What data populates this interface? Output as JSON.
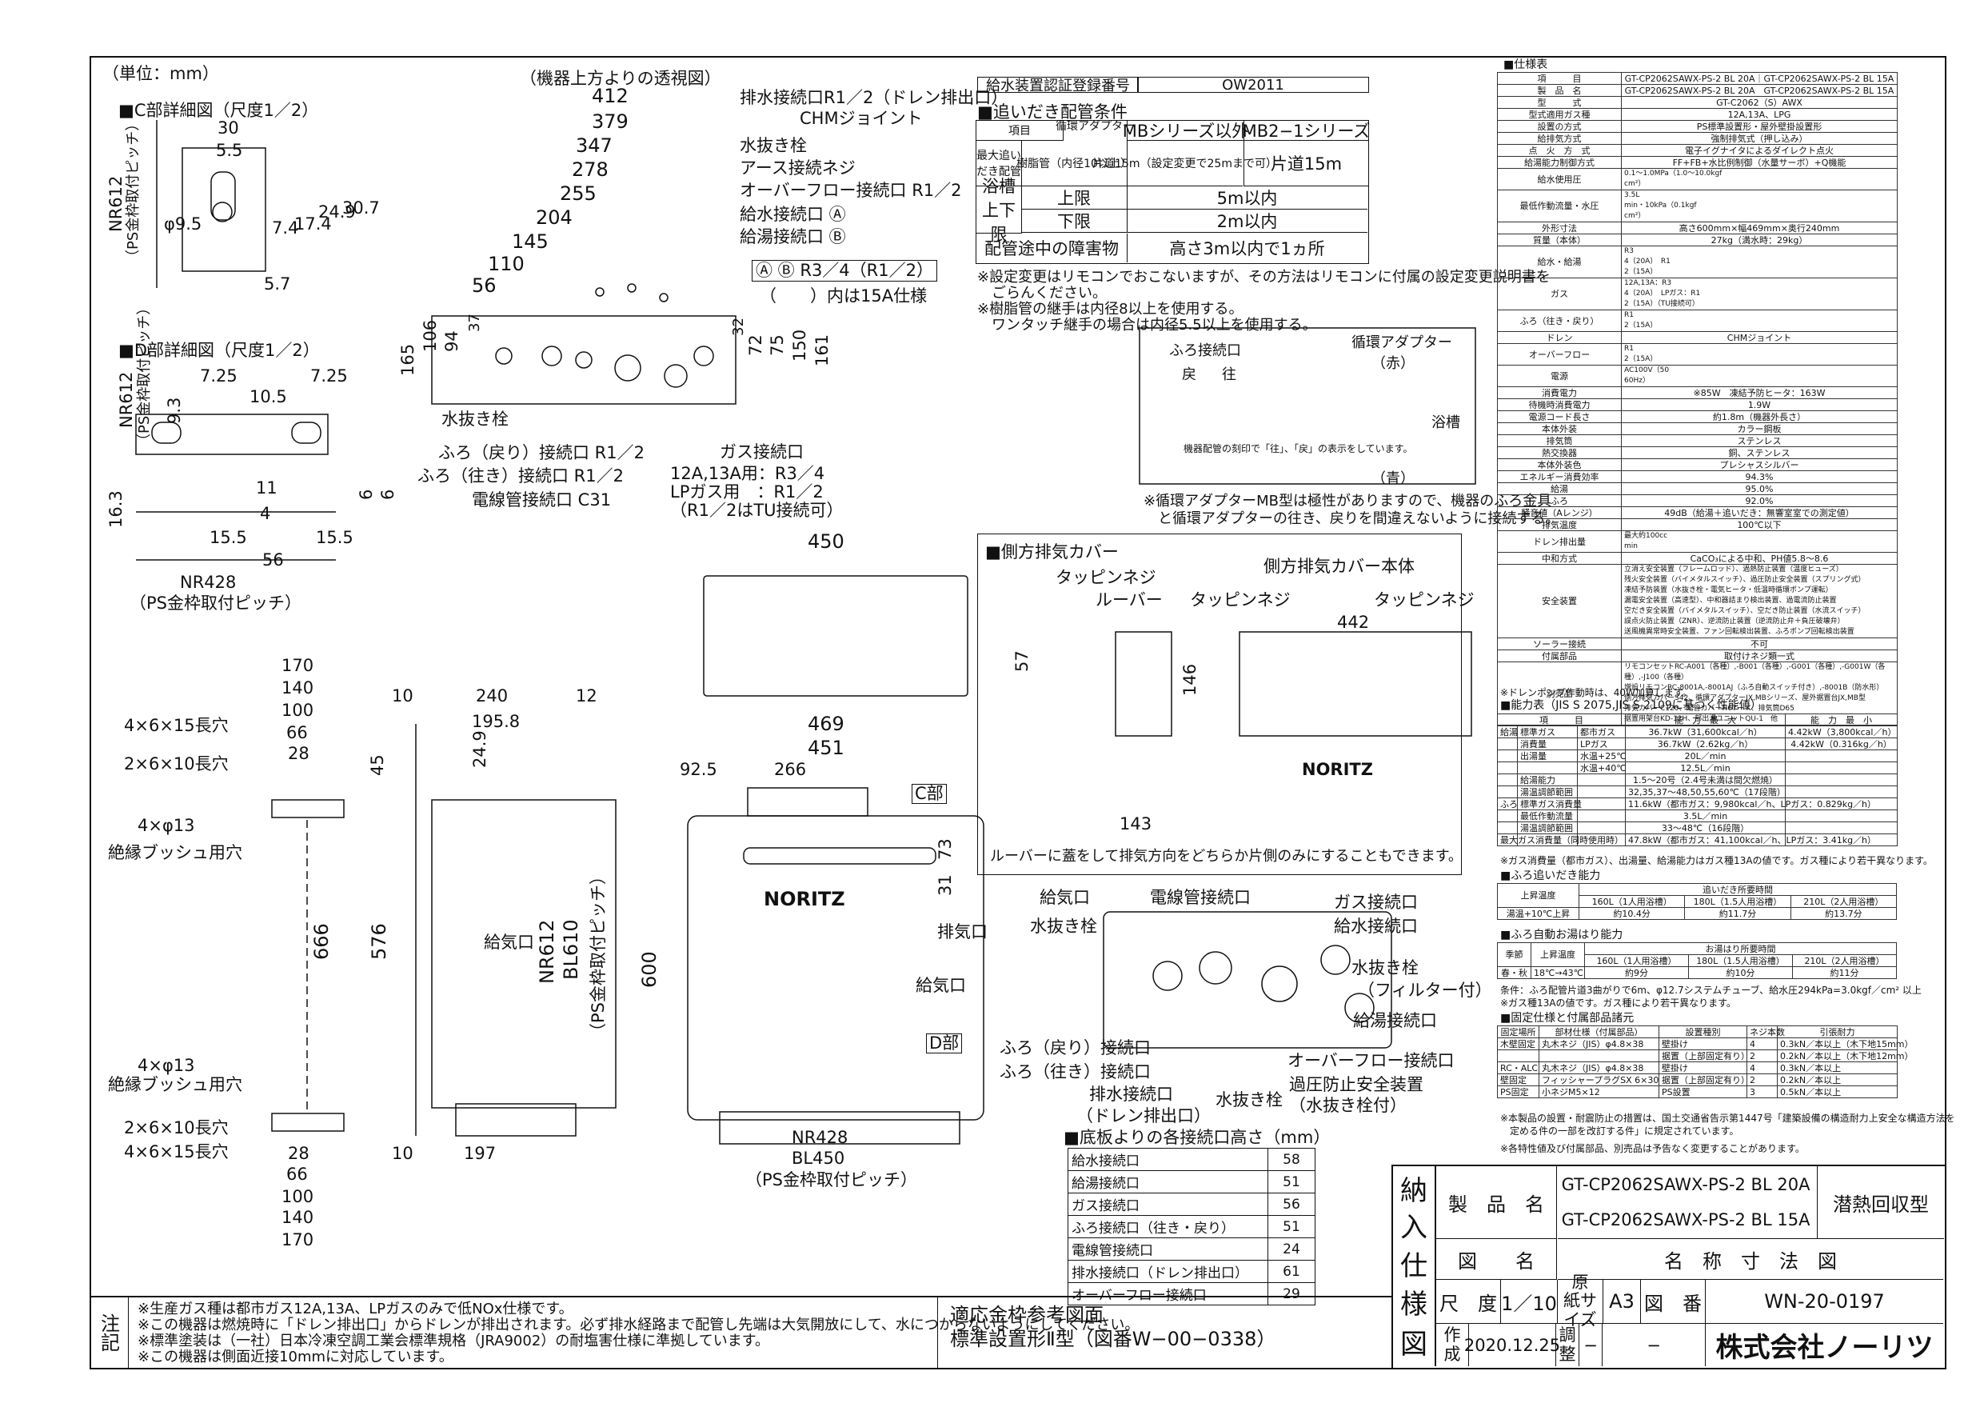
{
  "unit": "（単位：mm）",
  "top_view_title": "（機器上方よりの透視図）",
  "c_detail": {
    "title": "■C部詳細図（尺度1／2）",
    "dims": [
      "30",
      "5.5",
      "φ9.5",
      "7.4",
      "17.4",
      "24.9",
      "30.7",
      "5.7"
    ],
    "pitch": "NR612",
    "pitch_note": "（PS金枠取付ピッチ）"
  },
  "d_detail": {
    "title": "■D部詳細図（尺度1／2）",
    "dims": [
      "7.25",
      "7.25",
      "10.5",
      "9.3",
      "11",
      "4",
      "6",
      "6",
      "16.3",
      "15.5",
      "15.5",
      "56"
    ],
    "pitch": "NR612",
    "pitch_note": "（PS金枠取付ピッチ）",
    "bottom_pitch": "NR428",
    "bottom_note": "（PS金枠取付ピッチ）"
  },
  "top_dims": [
    "412",
    "379",
    "347",
    "278",
    "255",
    "204",
    "145",
    "110",
    "56"
  ],
  "top_side_dims": [
    "165",
    "106",
    "94",
    "37",
    "32",
    "72",
    "75",
    "150",
    "161"
  ],
  "top_labels": [
    "排水接続口R1／2（ドレン排出口）",
    "CHMジョイント",
    "水抜き栓",
    "アース接続ネジ",
    "オーバーフロー接続口 R1／2",
    "給水接続口 Ⓐ",
    "給湯接続口 Ⓑ",
    "Ⓐ Ⓑ R3／4（R1／2）",
    "（　　）内は15A仕様",
    "水抜き栓",
    "ふろ（戻り）接続口 R1／2",
    "ふろ（往き）接続口 R1／2",
    "電線管接続口 C31",
    "ガス接続口",
    "12A,13A用：R3／4",
    "LPガス用　：R1／2",
    "（R1／2はTU接続可）"
  ],
  "cert": {
    "label": "給水装置認証登録番号",
    "value": "OW2011"
  },
  "pipe_cond": {
    "title": "■追いだき配管条件",
    "adapter": "循環アダプター",
    "item": "項目",
    "col1": "MBシリーズ以外",
    "col2": "MB2−1シリーズ",
    "row1_label": "最大追いだき配管",
    "row1_sub": "樹脂管（内径10以上）",
    "row1_v1": "片道15m（設定変更で25mまで可）",
    "row1_v2": "片道15m",
    "row2_label": "浴槽上下限",
    "upper": "上限",
    "lower": "下限",
    "upper_v": "5m以内",
    "lower_v": "2m以内",
    "obstacle": "配管途中の障害物",
    "obstacle_v": "高さ3m以内で1ヵ所",
    "notes": [
      "※設定変更はリモコンでおこないますが、その方法はリモコンに付属の設定変更説明書を",
      "　ごらんください。",
      "※樹脂管の継手は内径8以上を使用する。",
      "　ワンタッチ継手の場合は内径5.5以上を使用する。"
    ]
  },
  "adapter_fig": {
    "labels": [
      "ふろ接続口",
      "循環アダプター",
      "（赤）",
      "浴槽",
      "（青）",
      "戻",
      "往",
      "機器配管の刻印で「往」、「戻」の表示をしています。"
    ],
    "note1": "※循環アダプターMB型は極性がありますので、機器のふろ金具",
    "note2": "　と循環アダプターの往き、戻りを間違えないように接続する。"
  },
  "side_cover": {
    "title": "■側方排気カバー",
    "labels": [
      "タッピンネジ",
      "ルーバー",
      "タッピンネジ",
      "側方排気カバー本体",
      "タッピンネジ"
    ],
    "dims": [
      "57",
      "146",
      "442",
      "143"
    ],
    "brand": "NORITZ",
    "note": "ルーバーに蓋をして排気方向をどちらか片側のみにすることもできます。"
  },
  "front": {
    "dims": [
      "450",
      "469",
      "451",
      "92.5",
      "266",
      "73",
      "31",
      "600"
    ],
    "labels": [
      "C部",
      "排気口",
      "給気口",
      "D部"
    ],
    "brand": "NORITZ",
    "bottom_pitch1": "NR428",
    "bottom_pitch2": "BL450",
    "bottom_note": "（PS金枠取付ピッチ）"
  },
  "side": {
    "dims": [
      "10",
      "240",
      "12",
      "195.8",
      "24.9",
      "45",
      "666",
      "576",
      "10",
      "197"
    ],
    "labels": [
      "給気口"
    ],
    "pitch": [
      "NR612",
      "BL610",
      "（PS金枠取付ピッチ）"
    ]
  },
  "rear": {
    "dims": [
      "170",
      "140",
      "100",
      "66",
      "28",
      "28",
      "66",
      "100",
      "140",
      "170"
    ],
    "labels": [
      "4×6×15長穴",
      "2×6×10長穴",
      "4×φ13",
      "絶縁ブッシュ用穴",
      "4×φ13",
      "絶縁ブッシュ用穴",
      "2×6×10長穴",
      "4×6×15長穴"
    ]
  },
  "bottom_view": {
    "labels": [
      "給気口",
      "水抜き栓",
      "電線管接続口",
      "ガス接続口",
      "給水接続口",
      "水抜き栓",
      "（フィルター付）",
      "給湯接続口",
      "ふろ（戻り）接続口",
      "ふろ（往き）接続口",
      "オーバーフロー接続口",
      "過圧防止安全装置",
      "（水抜き栓付）",
      "排水接続口",
      "（ドレン排出口）",
      "水抜き栓"
    ]
  },
  "height_table": {
    "title": "■底板よりの各接続口高さ（mm）",
    "rows": [
      [
        "給水接続口",
        "58"
      ],
      [
        "給湯接続口",
        "51"
      ],
      [
        "ガス接続口",
        "56"
      ],
      [
        "ふろ接続口（往き・戻り）",
        "51"
      ],
      [
        "電線管接続口",
        "24"
      ],
      [
        "排水接続口（ドレン排出口）",
        "61"
      ],
      [
        "オーバーフロー接続口",
        "29"
      ]
    ]
  },
  "spec": {
    "title": "■仕様表",
    "rows": [
      [
        "項　　　目",
        "GT-CP2062SAWX-PS-2 BL 20A｜GT-CP2062SAWX-PS-2 BL 15A"
      ],
      [
        "製　品　名",
        "GT-CP2062SAWX-PS-2 BL 20A　GT-CP2062SAWX-PS-2 BL 15A"
      ],
      [
        "型　　　式",
        "GT-C2062（S）AWX"
      ],
      [
        "型式適用ガス種",
        "12A,13A、LPG"
      ],
      [
        "設置の方式",
        "PS標準設置形・屋外壁掛設置形"
      ],
      [
        "給排気方式",
        "強制排気式（押し込み）"
      ],
      [
        "点　火　方　式",
        "電子イグナイタによるダイレクト点火"
      ],
      [
        "給湯能力制御方式",
        "FF+FB+水比例制御（水量サーボ）+Q機能"
      ],
      [
        "給水使用圧",
        "0.1〜1.0MPa（1.0〜10.0kgf／cm²）"
      ],
      [
        "最低作動流量・水圧",
        "3.5L／min・10kPa（0.1kgf／cm²）"
      ],
      [
        "外形寸法",
        "高さ600mm×幅469mm×奥行240mm"
      ],
      [
        "質量（本体）",
        "27kg（満水時：29kg）"
      ],
      [
        "給水・給湯",
        "R3／4（20A）　R1／2（15A）"
      ],
      [
        "ガス",
        "12A,13A：R3／4（20A）　LPガス：R1／2（15A）（TU接続可）"
      ],
      [
        "ふろ（往き・戻り）",
        "R1／2（15A）"
      ],
      [
        "ドレン",
        "CHMジョイント"
      ],
      [
        "オーバーフロー",
        "R1／2（15A）"
      ],
      [
        "電源",
        "AC100V（50／60Hz）"
      ],
      [
        "消費電力",
        "※85W　凍結予防ヒータ：163W"
      ],
      [
        "待機時消費電力",
        "1.9W"
      ],
      [
        "電源コード長さ",
        "約1.8m（機器外長さ）"
      ],
      [
        "本体外装",
        "カラー鋼板"
      ],
      [
        "排気筒",
        "ステンレス"
      ],
      [
        "熱交換器",
        "銅、ステンレス"
      ],
      [
        "本体外装色",
        "プレシャスシルバー"
      ],
      [
        "エネルギー消費効率",
        "94.3%"
      ],
      [
        "給湯",
        "95.0%"
      ],
      [
        "ふろ",
        "92.0%"
      ],
      [
        "騒音値（Aレンジ）",
        "49dB（給湯＋追いだき：無響室室での測定値）"
      ],
      [
        "排気温度",
        "100℃以下"
      ],
      [
        "ドレン排出量",
        "最大約100cc／min"
      ],
      [
        "中和方式",
        "CaCO₃による中和、PH値5.8〜8.6"
      ],
      [
        "安全装置",
        "立消え安全装置（フレームロッド）、過熱防止装置（温度ヒューズ）／残火安全装置（バイメタルスイッチ）、過圧防止安全装置（スプリング式）／凍結予防装置（水抜き栓・電気ヒータ・低温時循環ポンプ運転）／漏電安全装置（高速型）、中和器詰まり検出装置、過電流防止装置／空だき安全装置（バイメタルスイッチ）、空だき防止装置（水流スイッチ）／誤点火防止装置（ZNR）、逆流防止装置（逆流防止弁＋負圧破壊弁）／送風機異常時安全装置、ファン回転検出装置、ふろポンプ回転検出装置"
      ],
      [
        "ソーラー接続",
        "不可"
      ],
      [
        "付属部品",
        "取付けネジ類一式"
      ],
      [
        "別売品",
        "リモコンセットRC-A001（各種）,-B001（各種）,-G001（各種）,-G001W（各種）,-J100（各種）／増設リモコンRC-8001A,-8001AJ（ふろ自動スイッチ付き）,-8001B（防水形）／側方排気カバーS42、循環アダプターJX,MBシリーズ、屋外据置台JX,MB型／排気カバーC120、配管カバーH67ー K、排気筒D65／据置用架台KD-12H、部出湯ユニットQU-1　他"
      ]
    ],
    "drain_note": "※ドレンポンプ作動時は、40W加算します。"
  },
  "capacity": {
    "title": "■能力表（JIS S 2075,JIS S 2109に基づく性能値）",
    "head": [
      "項　　　目",
      "能　力　最　大",
      "能　力　最　小"
    ],
    "rows": [
      [
        "給湯",
        "標準ガス",
        "都市ガス",
        "36.7kW（31,600kcal／h）",
        "4.42kW（3,800kcal／h）"
      ],
      [
        "",
        "消費量",
        "LPガス",
        "36.7kW（2.62kg／h）",
        "4.42kW（0.316kg／h）"
      ],
      [
        "",
        "出湯量",
        "水温+25℃",
        "20L／min",
        ""
      ],
      [
        "",
        "",
        "水温+40℃",
        "12.5L／min",
        ""
      ],
      [
        "",
        "給湯能力",
        "",
        "1.5〜20号（2.4号未満は間欠燃焼）",
        ""
      ],
      [
        "",
        "湯温調節範囲",
        "",
        "32,35,37〜48,50,55,60℃（17段階）",
        ""
      ],
      [
        "ふろ",
        "標準ガス消費量",
        "",
        "11.6kW（都市ガス：9,980kcal／h、LPガス：0.829kg／h）",
        ""
      ],
      [
        "",
        "最低作動流量",
        "",
        "3.5L／min",
        ""
      ],
      [
        "",
        "湯温調節範囲",
        "",
        "33〜48℃（16段階）",
        ""
      ],
      [
        "最大ガス消費量（同時使用時）",
        "",
        "",
        "47.8kW（都市ガス：41,100kcal／h、LPガス：3.41kg／h）",
        ""
      ]
    ],
    "note1": "※ガス消費量（都市ガス）、出湯量、給湯能力はガス種13Aの値です。ガス種により若干異なります。"
  },
  "reheat": {
    "title": "■ふろ追いだき能力",
    "head": "追いだき所要時間",
    "label": "上昇温度",
    "cols": [
      "160L（1人用浴槽）",
      "180L（1.5人用浴槽）",
      "210L（2人用浴槽）"
    ],
    "row_label": "湯温+10℃上昇",
    "vals": [
      "約10.4分",
      "約11.7分",
      "約13.7分"
    ]
  },
  "auto_fill": {
    "title": "■ふろ自動お湯はり能力",
    "head": "お湯はり所要時間",
    "season": "季節",
    "label": "上昇温度",
    "cols": [
      "160L（1人用浴槽）",
      "180L（1.5人用浴槽）",
      "210L（2人用浴槽）"
    ],
    "row_label": "春・秋",
    "temp": "18℃→43℃",
    "vals": [
      "約9分",
      "約10分",
      "約11分"
    ],
    "notes": [
      "条件：ふろ配管片道3曲がりで6m、φ12.7システムチューブ、給水圧294kPa=3.0kgf／cm² 以上",
      "※ガス種13Aの値です。ガス種により若干異なります。"
    ]
  },
  "fixing": {
    "title": "■固定仕様と付属部品諸元",
    "head": [
      "固定場所",
      "部材仕様（付属部品）",
      "設置種別",
      "ネジ本数",
      "引張耐力"
    ],
    "rows": [
      [
        "木壁固定",
        "丸木ネジ（JIS）φ4.8×38",
        "壁掛け",
        "4",
        "0.3kN／本以上（木下地15mm）"
      ],
      [
        "",
        "",
        "据置（上部固定有り）",
        "2",
        "0.2kN／本以上（木下地12mm）"
      ],
      [
        "RC・ALC",
        "丸木ネジ（JIS）φ4.8×38",
        "壁掛け",
        "4",
        "0.3kN／本以上"
      ],
      [
        "壁固定",
        "フィッシャープラグSX 6×30",
        "据置（上部固定有り）",
        "2",
        "0.2kN／本以上"
      ],
      [
        "PS固定",
        "小ネジM5×12",
        "PS設置",
        "3",
        "0.5kN／本以上"
      ]
    ],
    "notes": [
      "※本製品の設置・耐震防止の措置は、国土交通省告示第1447号「建築設備の構造耐力上安全な構造方法を",
      "　定める件の一部を改訂する件」に規定されています。",
      "※各特性値及び付属部品、別売品は予告なく変更することがあります。"
    ]
  },
  "title_block": {
    "noukasama": [
      "納",
      "入",
      "仕",
      "様",
      "図"
    ],
    "product_label": "製　品　名",
    "product1": "GT-CP2062SAWX-PS-2 BL 20A",
    "product2": "GT-CP2062SAWX-PS-2 BL 15A",
    "type": "潜熱回収型",
    "fig_label": "図　　名",
    "fig_name": "名　称　寸　法　図",
    "scale_label": "尺　度",
    "scale": "1／10",
    "paper_label": "原　紙サイズ",
    "paper": "A3",
    "no_label": "図　番",
    "no": "WN-20-0197",
    "made_label": "作成",
    "date": "2020.12.25",
    "check_label": "調整",
    "check": "−",
    "check2": "−",
    "company": "株式会社ノーリツ"
  },
  "notes": {
    "label": "注記",
    "lines": [
      "※生産ガス種は都市ガス12A,13A、LPガスのみで低NOx仕様です。",
      "※この機器は燃焼時に「ドレン排出口」からドレンが排出されます。必ず排水経路まで配管し先端は大気開放にして、水につからないようにしてください。",
      "※標準塗装は（一社）日本冷凍空調工業会標準規格（JRA9002）の耐塩害仕様に準拠しています。",
      "※この機器は側面近接10mmに対応しています。"
    ]
  },
  "ref": {
    "line1": "適応金枠参考図面",
    "line2": "標準設置形Ⅱ型（図番W−00−0338）"
  }
}
